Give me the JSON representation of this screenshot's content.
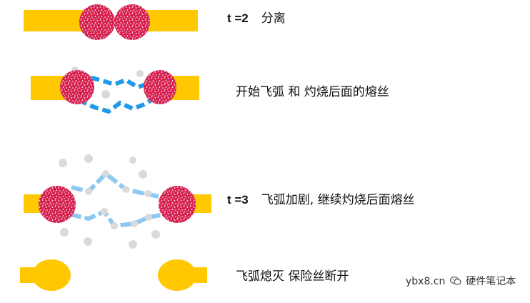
{
  "stages": [
    {
      "time": "t =2",
      "caption": "分离"
    },
    {
      "time": "",
      "caption": "开始飞弧 和 灼烧后面的熔丝"
    },
    {
      "time": "t =3",
      "caption": "飞弧加剧, 继续灼烧后面熔丝"
    },
    {
      "time": "",
      "caption": "飞弧熄灭  保险丝断开"
    }
  ],
  "watermark": {
    "site": "ybx8.cn",
    "account": "硬件笔记本"
  },
  "colors": {
    "fuse_body": "#FFC800",
    "molten_blob": "#D6204F",
    "arc_dark": "#1E9BE8",
    "arc_light": "#8CC9F2",
    "particle": "#DADADA"
  }
}
